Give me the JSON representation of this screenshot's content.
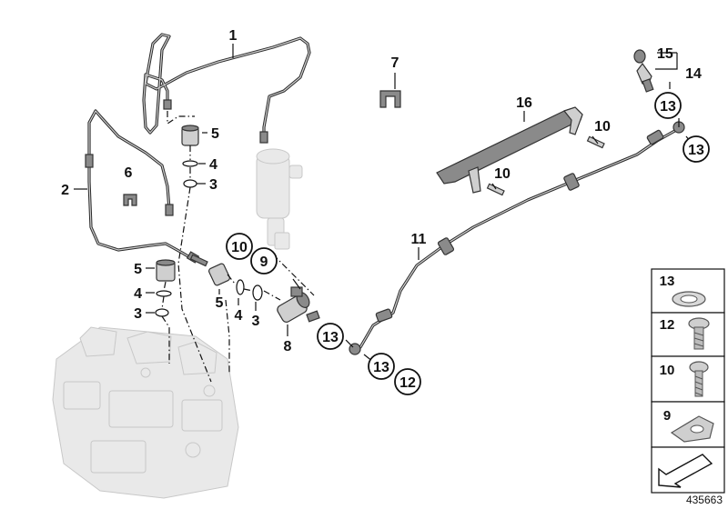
{
  "callouts": {
    "c1": "1",
    "c2": "2",
    "c3a": "3",
    "c3b": "3",
    "c3c": "3",
    "c4a": "4",
    "c4b": "4",
    "c4c": "4",
    "c5a": "5",
    "c5b": "5",
    "c5c": "5",
    "c6": "6",
    "c7": "7",
    "c8": "8",
    "c9": "9",
    "c10a": "10",
    "c10b": "10",
    "c10c": "10",
    "c11": "11",
    "c12": "12",
    "c13a": "13",
    "c13b": "13",
    "c13c": "13",
    "c13d": "13",
    "c14": "14",
    "c15": "15",
    "c16": "16"
  },
  "legend": {
    "items": [
      "13",
      "12",
      "10",
      "9"
    ]
  },
  "reference_number": "435663"
}
